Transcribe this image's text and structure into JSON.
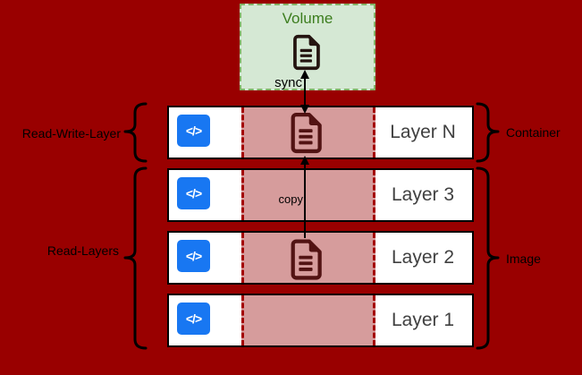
{
  "diagram": {
    "volume": {
      "title": "Volume"
    },
    "rows": [
      {
        "label": "Layer N",
        "has_doc_icon": true,
        "group": "read-write"
      },
      {
        "label": "Layer 3",
        "has_doc_icon": false,
        "group": "read"
      },
      {
        "label": "Layer 2",
        "has_doc_icon": true,
        "group": "read"
      },
      {
        "label": "Layer 1",
        "has_doc_icon": false,
        "group": "read"
      }
    ],
    "side_labels": {
      "read_write_layer": "Read-Write-Layer",
      "read_layers": "Read-Layers",
      "container": "Container",
      "image": "Image"
    },
    "arrows": {
      "sync_label": "sync",
      "copy_label": "copy",
      "sync_direction": "bidirectional volume-icon to layer-n-icon",
      "copy_direction": "layer-2-icon up to layer-n-icon"
    },
    "icons": {
      "code_glyph": "</>",
      "code_icon": "code-icon",
      "doc_icon": "document-icon"
    },
    "colors": {
      "background": "#990000",
      "volume_fill": "#d5e8d4",
      "volume_border": "#82b366",
      "volume_text": "#3c7d1e",
      "row_fill": "#ffffff",
      "row_border": "#000000",
      "overlay_fill": "#d69c9c",
      "overlay_dash": "#a40000",
      "code_icon_bg": "#1877f2",
      "doc_icon_volume": "#241410",
      "doc_icon_rows": "#521313",
      "layer_text": "#404040",
      "annotation_text": "#000000"
    }
  }
}
